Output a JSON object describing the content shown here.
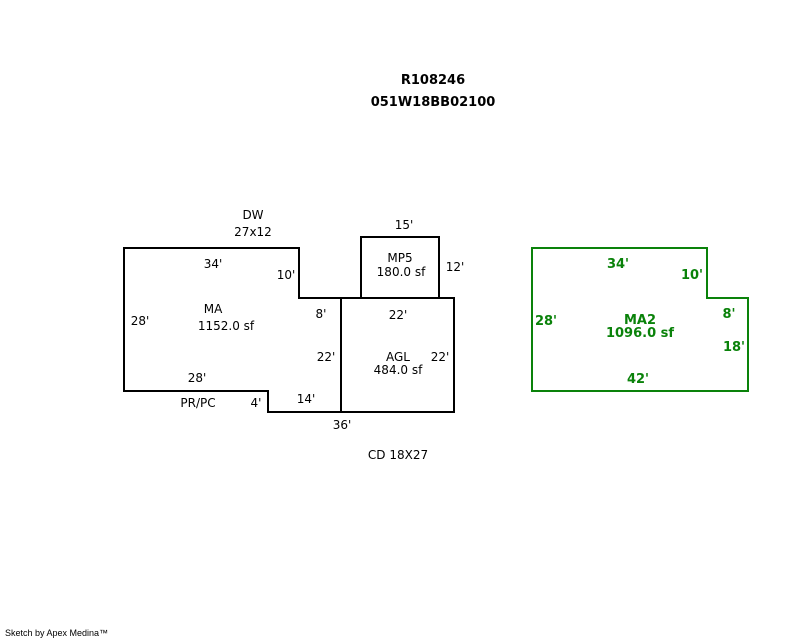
{
  "header": {
    "account": "R108246",
    "map_taxlot": "051W18BB02100"
  },
  "colors": {
    "main": "#000000",
    "addition": "#0a820a"
  },
  "areas": {
    "ma": {
      "code": "MA",
      "area": "1152.0 sf",
      "dims": [
        "34'",
        "10'",
        "8'",
        "22'",
        "14'",
        "4'",
        "28'",
        "28'"
      ]
    },
    "mp5": {
      "code": "MP5",
      "area": "180.0 sf",
      "dims": [
        "15'",
        "12'"
      ]
    },
    "agl": {
      "code": "AGL",
      "area": "484.0 sf",
      "dims": [
        "22'",
        "22'",
        "36'"
      ]
    },
    "ma2": {
      "code": "MA2",
      "area": "1096.0 sf",
      "dims": [
        "34'",
        "10'",
        "8'",
        "18'",
        "42'",
        "28'"
      ]
    }
  },
  "notes": {
    "dw_label": "DW",
    "dw_size": "27x12",
    "pr_pc": "PR/PC",
    "cd": "CD 18X27"
  },
  "footer": "Sketch by Apex Medina™"
}
